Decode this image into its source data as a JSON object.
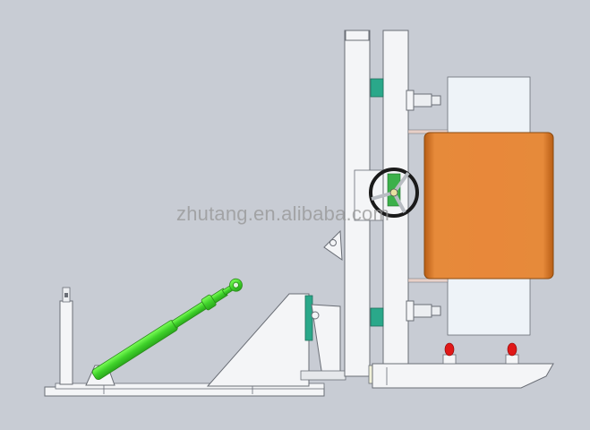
{
  "diagram": {
    "subject": "Tilting / upending machine with hydraulic cylinder, side view",
    "components": [
      {
        "id": "base-frame",
        "label": "base frame"
      },
      {
        "id": "hydraulic-cylinder",
        "label": "hydraulic cylinder",
        "color": "#4fe03a"
      },
      {
        "id": "triangular-support",
        "label": "triangular support bracket"
      },
      {
        "id": "vertical-mast",
        "label": "vertical mast"
      },
      {
        "id": "clamp-plate",
        "label": "clamping plate"
      },
      {
        "id": "handwheel",
        "label": "handwheel"
      },
      {
        "id": "orange-coil",
        "label": "coil / load",
        "color": "#e07f2e"
      },
      {
        "id": "fork-platform",
        "label": "fork platform"
      },
      {
        "id": "red-indicators",
        "label": "red indicator lights",
        "color": "#e01818"
      },
      {
        "id": "post",
        "label": "left support post"
      }
    ],
    "colors": {
      "background": "#c8ccd4",
      "frame": "#f4f5f7",
      "outline": "#6a6e76",
      "cylinder": "#4fe03a",
      "coil": "#e07f2e",
      "bearing": "#2aa88a",
      "light": "#e01818"
    }
  },
  "watermark": "zhutang.en.alibaba.com"
}
